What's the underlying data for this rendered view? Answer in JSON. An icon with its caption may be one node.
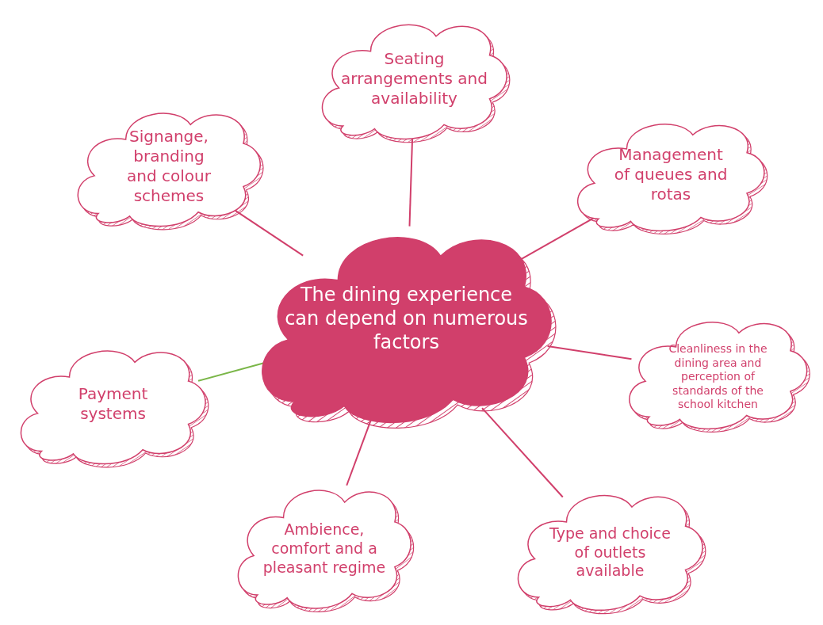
{
  "diagram": {
    "nodes": [
      {
        "text": [
          "The dining experience can depend on numerous factors"
        ]
      },
      {
        "text": [
          "Seating arrangements and availability"
        ]
      },
      {
        "text": [
          "Signange, branding and colour schemes"
        ]
      },
      {
        "text": [
          "Management of queues and rotas"
        ]
      },
      {
        "text": [
          "Cleanliness in the dining area and perception of standards of the school kitchen"
        ]
      },
      {
        "text": [
          "Payment systems"
        ]
      },
      {
        "text": [
          "Ambience, comfort and a pleasant regime"
        ]
      },
      {
        "text": [
          "Type and choice of outlets available"
        ]
      }
    ],
    "edges": [
      {
        "from": 0,
        "to": 1,
        "arrow": "none"
      },
      {
        "from": 0,
        "to": 2,
        "arrow": "none"
      },
      {
        "from": 0,
        "to": 3,
        "arrow": "none"
      },
      {
        "from": 0,
        "to": 4,
        "arrow": "none"
      },
      {
        "from": 0,
        "to": 5,
        "arrow": "none",
        "color": "#7ab648"
      },
      {
        "from": 0,
        "to": 6,
        "arrow": "none"
      },
      {
        "from": 0,
        "to": 7,
        "arrow": "none"
      }
    ]
  }
}
